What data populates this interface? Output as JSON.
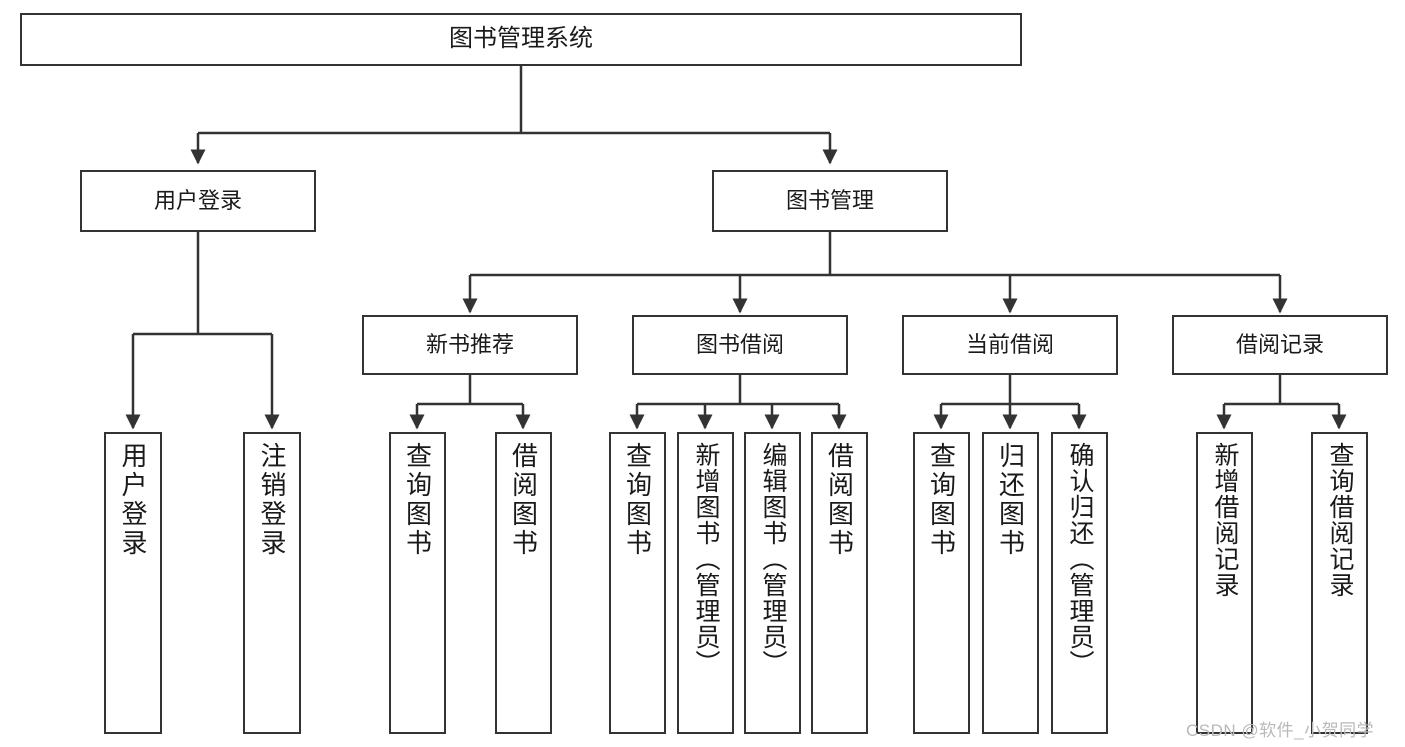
{
  "diagram": {
    "title": "图书管理系统",
    "type": "hierarchy-tree",
    "levels": 4,
    "root": {
      "id": "root",
      "label": "图书管理系统"
    },
    "level1": [
      {
        "id": "user-login",
        "label": "用户登录"
      },
      {
        "id": "book-management",
        "label": "图书管理"
      }
    ],
    "level2": [
      {
        "id": "new-book-recommend",
        "label": "新书推荐",
        "parent": "book-management"
      },
      {
        "id": "book-borrow",
        "label": "图书借阅",
        "parent": "book-management"
      },
      {
        "id": "current-borrow",
        "label": "当前借阅",
        "parent": "book-management"
      },
      {
        "id": "borrow-record",
        "label": "借阅记录",
        "parent": "book-management"
      }
    ],
    "leaves": [
      {
        "id": "leaf-user-login",
        "label": "用户登录",
        "parent": "user-login"
      },
      {
        "id": "leaf-logout",
        "label": "注销登录",
        "parent": "user-login"
      },
      {
        "id": "leaf-query-book-1",
        "label": "查询图书",
        "parent": "new-book-recommend"
      },
      {
        "id": "leaf-borrow-book-1",
        "label": "借阅图书",
        "parent": "new-book-recommend"
      },
      {
        "id": "leaf-query-book-2",
        "label": "查询图书",
        "parent": "book-borrow"
      },
      {
        "id": "leaf-add-book",
        "label": "新增图书（管理员）",
        "parent": "book-borrow"
      },
      {
        "id": "leaf-edit-book",
        "label": "编辑图书（管理员）",
        "parent": "book-borrow"
      },
      {
        "id": "leaf-borrow-book-2",
        "label": "借阅图书",
        "parent": "book-borrow"
      },
      {
        "id": "leaf-query-book-3",
        "label": "查询图书",
        "parent": "current-borrow"
      },
      {
        "id": "leaf-return-book",
        "label": "归还图书",
        "parent": "current-borrow"
      },
      {
        "id": "leaf-confirm-return",
        "label": "确认归还（管理员）",
        "parent": "current-borrow"
      },
      {
        "id": "leaf-add-record",
        "label": "新增借阅记录",
        "parent": "borrow-record"
      },
      {
        "id": "leaf-query-record",
        "label": "查询借阅记录",
        "parent": "borrow-record"
      }
    ]
  },
  "watermark": {
    "text": "CSDN @软件_小贺同学"
  },
  "colors": {
    "stroke": "#333333",
    "background": "#ffffff",
    "text": "#1a1a1a",
    "watermark": "#b9b9b9"
  }
}
